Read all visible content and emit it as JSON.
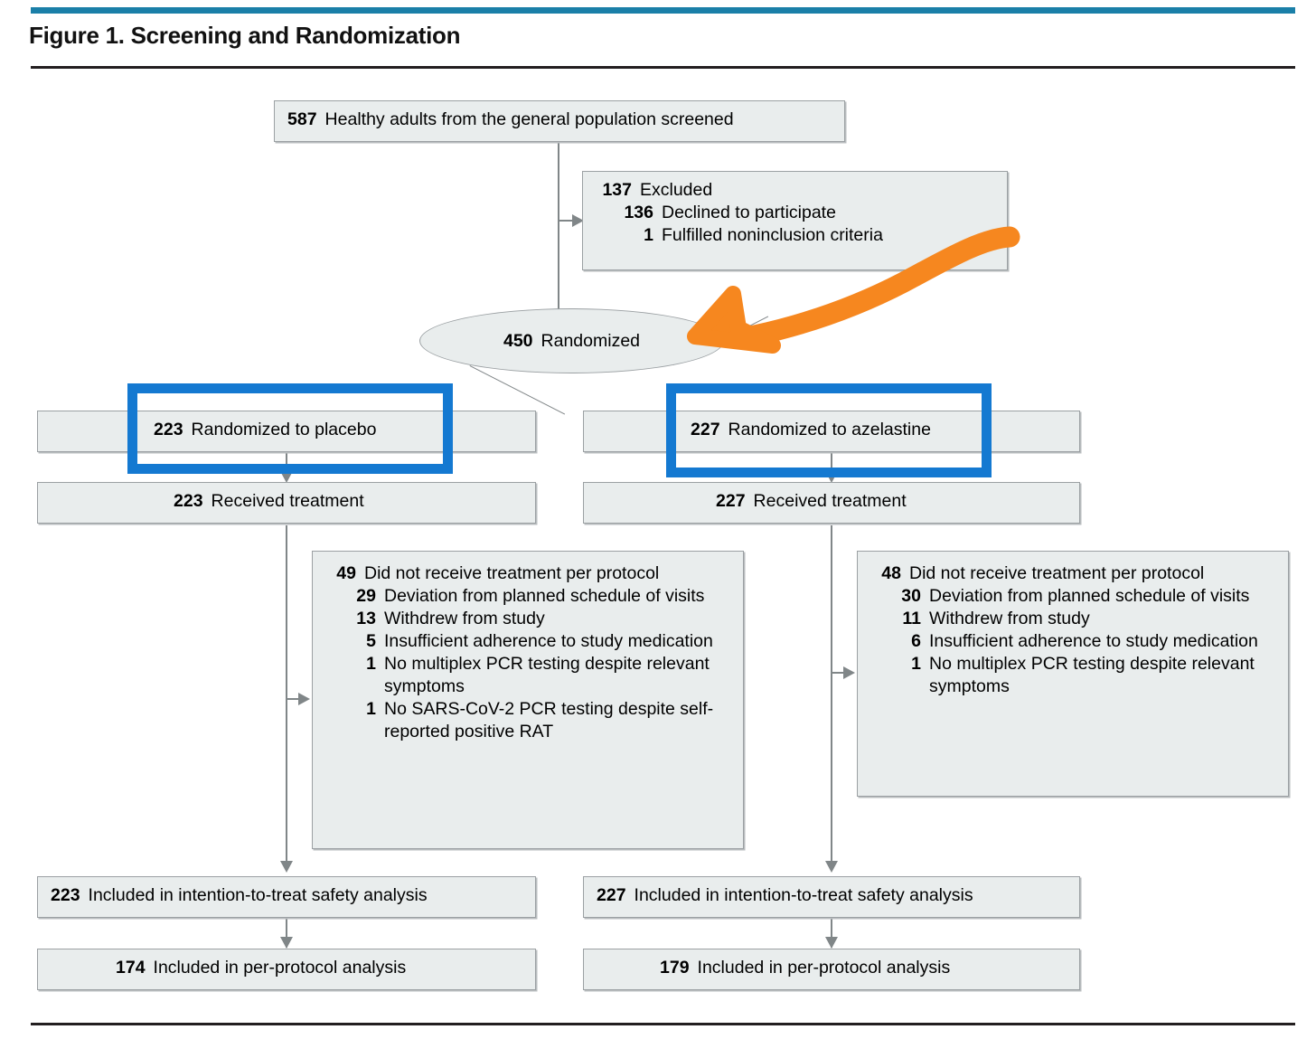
{
  "figure": {
    "title": "Figure 1. Screening and Randomization",
    "accent_color": "#1a7fa8",
    "box_fill": "#e9eded",
    "box_border": "#9ba0a3",
    "connector_color": "#808688"
  },
  "annotations": {
    "highlight_color": "#1479d1",
    "arrow_color": "#f6871f",
    "highlight_left_target": "223  Randomized to placebo",
    "highlight_right_target": "227  Randomized to azelastine",
    "arrow_points_to": "450  Randomized"
  },
  "flow": {
    "screened": {
      "n": "587",
      "label": "Healthy adults from the general population screened"
    },
    "excluded": {
      "n": "137",
      "label": "Excluded",
      "reasons": [
        {
          "n": "136",
          "label": "Declined to participate"
        },
        {
          "n": "1",
          "label": "Fulfilled noninclusion criteria"
        }
      ]
    },
    "randomized": {
      "n": "450",
      "label": "Randomized"
    },
    "arms": [
      {
        "id": "placebo",
        "allocated": {
          "n": "223",
          "label": "Randomized to placebo"
        },
        "received": {
          "n": "223",
          "label": "Received treatment"
        },
        "deviations": {
          "n": "49",
          "label": "Did not receive treatment per protocol",
          "reasons": [
            {
              "n": "29",
              "label": "Deviation from planned schedule of visits"
            },
            {
              "n": "13",
              "label": "Withdrew from study"
            },
            {
              "n": "5",
              "label": "Insufficient adherence to study medication"
            },
            {
              "n": "1",
              "label": "No multiplex PCR testing despite relevant symptoms"
            },
            {
              "n": "1",
              "label": "No SARS-CoV-2 PCR testing despite self-reported positive RAT"
            }
          ]
        },
        "itt": {
          "n": "223",
          "label": "Included in intention-to-treat safety analysis"
        },
        "perprotocol": {
          "n": "174",
          "label": "Included in per-protocol analysis"
        }
      },
      {
        "id": "azelastine",
        "allocated": {
          "n": "227",
          "label": "Randomized to azelastine"
        },
        "received": {
          "n": "227",
          "label": "Received treatment"
        },
        "deviations": {
          "n": "48",
          "label": "Did not receive treatment per protocol",
          "reasons": [
            {
              "n": "30",
              "label": "Deviation from planned schedule of visits"
            },
            {
              "n": "11",
              "label": "Withdrew from study"
            },
            {
              "n": "6",
              "label": "Insufficient adherence to study medication"
            },
            {
              "n": "1",
              "label": "No multiplex PCR testing despite relevant symptoms"
            }
          ]
        },
        "itt": {
          "n": "227",
          "label": "Included in intention-to-treat safety analysis"
        },
        "perprotocol": {
          "n": "179",
          "label": "Included in per-protocol analysis"
        }
      }
    ]
  }
}
